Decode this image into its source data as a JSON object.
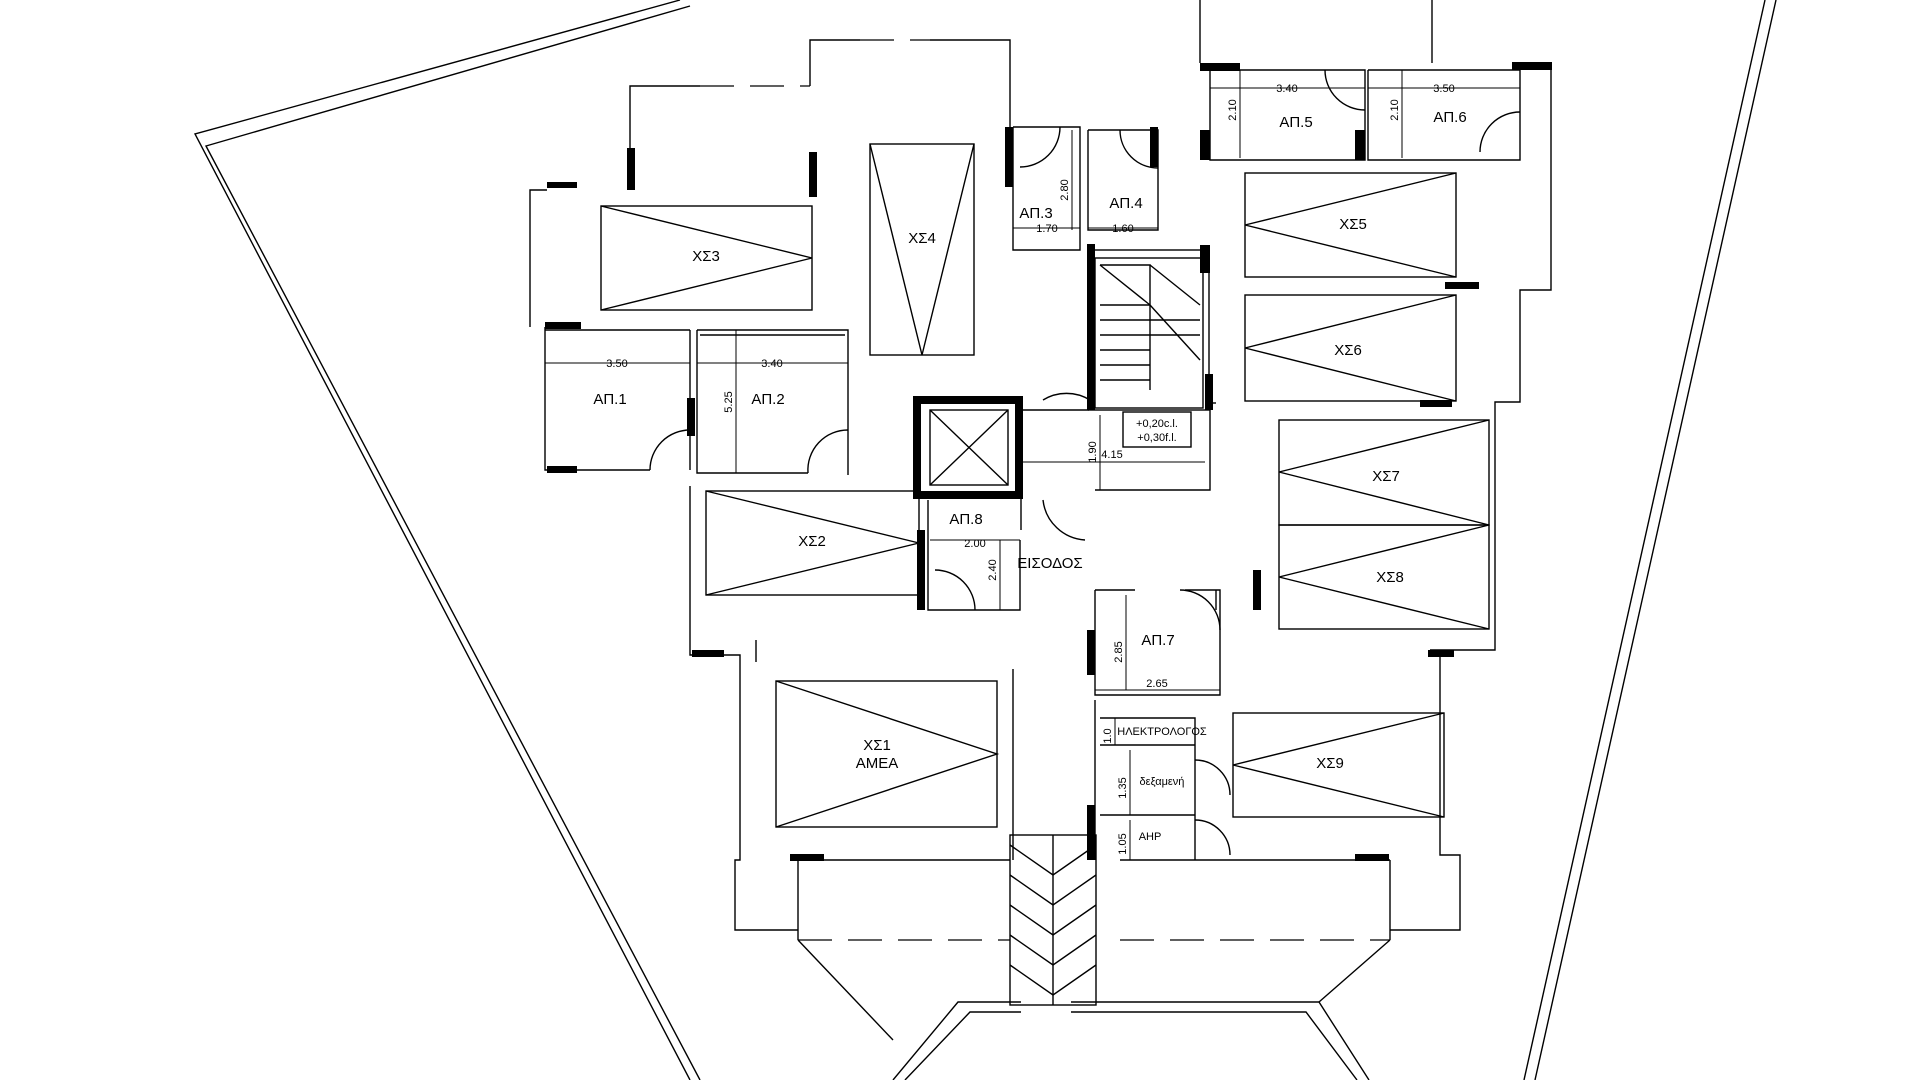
{
  "parking_spaces": [
    {
      "id": "xs1",
      "label": "ΧΣ1",
      "sublabel": "ΑΜΕΑ"
    },
    {
      "id": "xs2",
      "label": "ΧΣ2"
    },
    {
      "id": "xs3",
      "label": "ΧΣ3"
    },
    {
      "id": "xs4",
      "label": "ΧΣ4"
    },
    {
      "id": "xs5",
      "label": "ΧΣ5"
    },
    {
      "id": "xs6",
      "label": "ΧΣ6"
    },
    {
      "id": "xs7",
      "label": "ΧΣ7"
    },
    {
      "id": "xs8",
      "label": "ΧΣ8"
    },
    {
      "id": "xs9",
      "label": "ΧΣ9"
    }
  ],
  "storage_rooms": [
    {
      "id": "ap1",
      "label": "ΑΠ.1"
    },
    {
      "id": "ap2",
      "label": "ΑΠ.2"
    },
    {
      "id": "ap3",
      "label": "ΑΠ.3"
    },
    {
      "id": "ap4",
      "label": "ΑΠ.4"
    },
    {
      "id": "ap5",
      "label": "ΑΠ.5"
    },
    {
      "id": "ap6",
      "label": "ΑΠ.6"
    },
    {
      "id": "ap7",
      "label": "ΑΠ.7"
    },
    {
      "id": "ap8",
      "label": "ΑΠ.8"
    }
  ],
  "service_rooms": {
    "meters": "ΗΛΕΚΤΡΟΛΟΓΟΣ",
    "tank": "δεξαμενή",
    "pump": "ΑΗΡ"
  },
  "entrance": "ΕΙΣΟΔΟΣ",
  "level_note": [
    "+0,20c.l.",
    "+0,30f.l."
  ],
  "dimensions": {
    "ap1_w": "3.50",
    "ap2_w": "3.40",
    "ap2_d": "5.25",
    "ap3_d": "2.80",
    "ap3_w": "1.70",
    "ap4_w": "1.60",
    "ap5_w": "3.40",
    "ap5_d": "2.10",
    "ap6_w": "3.50",
    "ap6_d": "2.10",
    "lobby_w": "4.15",
    "lobby_d": "1.90",
    "ap8_w": "2.00",
    "ap8_d": "2.40",
    "ap7_d": "2.85",
    "ap7_w": "2.65",
    "meters_d": "1.0",
    "tank_d": "1.35",
    "pump_d": "1.05"
  }
}
